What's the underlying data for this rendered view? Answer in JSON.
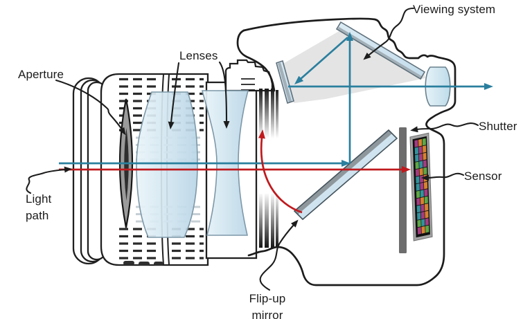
{
  "labels": {
    "viewing_system": "Viewing system",
    "lenses": "Lenses",
    "aperture": "Aperture",
    "light_path": "Light path",
    "shutter": "Shutter",
    "sensor": "Sensor",
    "flip_up_mirror": "Flip-up mirror"
  },
  "colors": {
    "light_path_red": "#bf1a1e",
    "viewfinder_teal": "#2a7f9e",
    "outline_black": "#1c1c1c",
    "lens_blue": "#cfe3f0",
    "beam_gray": "#e4e4e4",
    "mirror_back_gray": "#8e979c",
    "shutter_gray": "#6d6d6d",
    "aperture_gray": "#9b9b9b",
    "sensor_palette": [
      "#a43b80",
      "#d8822f",
      "#5fa845",
      "#2f939d"
    ]
  }
}
